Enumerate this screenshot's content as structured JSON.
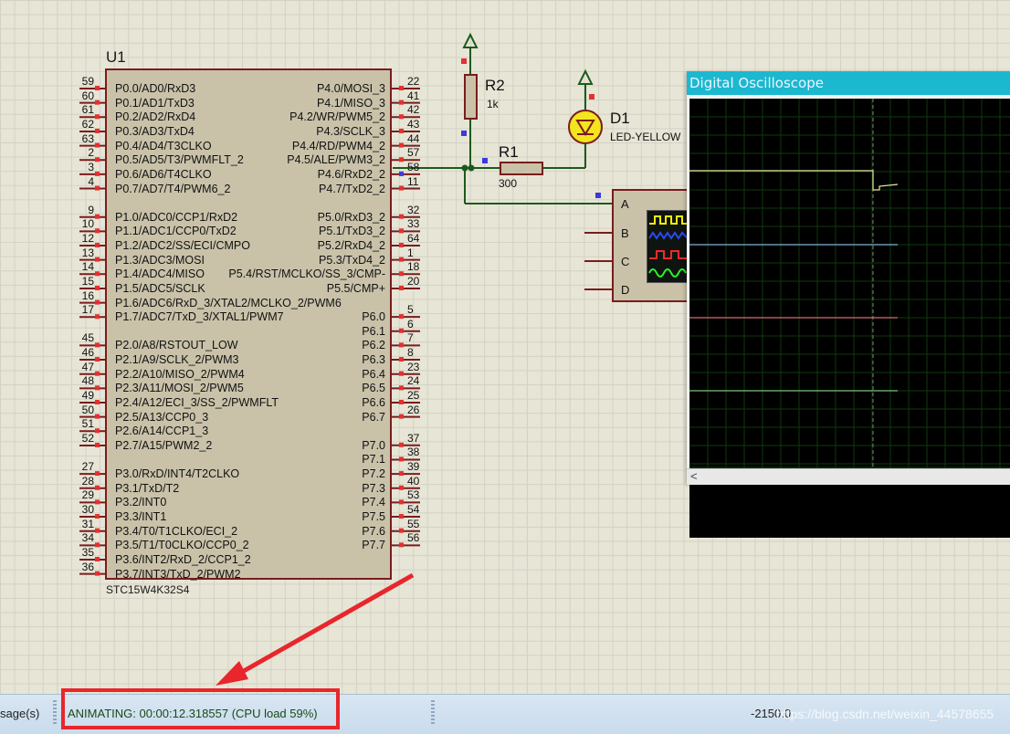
{
  "chip": {
    "ref": "U1",
    "part": "STC15W4K32S4",
    "left_pins": [
      {
        "num": "59",
        "label": "P0.0/AD0/RxD3"
      },
      {
        "num": "60",
        "label": "P0.1/AD1/TxD3"
      },
      {
        "num": "61",
        "label": "P0.2/AD2/RxD4"
      },
      {
        "num": "62",
        "label": "P0.3/AD3/TxD4"
      },
      {
        "num": "63",
        "label": "P0.4/AD4/T3CLKO"
      },
      {
        "num": "2",
        "label": "P0.5/AD5/T3/PWMFLT_2"
      },
      {
        "num": "3",
        "label": "P0.6/AD6/T4CLKO"
      },
      {
        "num": "4",
        "label": "P0.7/AD7/T4/PWM6_2"
      },
      {
        "num": "9",
        "label": "P1.0/ADC0/CCP1/RxD2"
      },
      {
        "num": "10",
        "label": "P1.1/ADC1/CCP0/TxD2"
      },
      {
        "num": "12",
        "label": "P1.2/ADC2/SS/ECI/CMPO"
      },
      {
        "num": "13",
        "label": "P1.3/ADC3/MOSI"
      },
      {
        "num": "14",
        "label": "P1.4/ADC4/MISO"
      },
      {
        "num": "15",
        "label": "P1.5/ADC5/SCLK"
      },
      {
        "num": "16",
        "label": "P1.6/ADC6/RxD_3/XTAL2/MCLKO_2/PWM6"
      },
      {
        "num": "17",
        "label": "P1.7/ADC7/TxD_3/XTAL1/PWM7"
      },
      {
        "num": "45",
        "label": "P2.0/A8/RSTOUT_LOW"
      },
      {
        "num": "46",
        "label": "P2.1/A9/SCLK_2/PWM3"
      },
      {
        "num": "47",
        "label": "P2.2/A10/MISO_2/PWM4"
      },
      {
        "num": "48",
        "label": "P2.3/A11/MOSI_2/PWM5"
      },
      {
        "num": "49",
        "label": "P2.4/A12/ECI_3/SS_2/PWMFLT"
      },
      {
        "num": "50",
        "label": "P2.5/A13/CCP0_3"
      },
      {
        "num": "51",
        "label": "P2.6/A14/CCP1_3"
      },
      {
        "num": "52",
        "label": "P2.7/A15/PWM2_2"
      },
      {
        "num": "27",
        "label": "P3.0/RxD/INT4/T2CLKO"
      },
      {
        "num": "28",
        "label": "P3.1/TxD/T2"
      },
      {
        "num": "29",
        "label": "P3.2/INT0"
      },
      {
        "num": "30",
        "label": "P3.3/INT1"
      },
      {
        "num": "31",
        "label": "P3.4/T0/T1CLKO/ECI_2"
      },
      {
        "num": "34",
        "label": "P3.5/T1/T0CLKO/CCP0_2"
      },
      {
        "num": "35",
        "label": "P3.6/INT2/RxD_2/CCP1_2"
      },
      {
        "num": "36",
        "label": "P3.7/INT3/TxD_2/PWM2"
      }
    ],
    "right_pins": [
      {
        "num": "22",
        "label": "P4.0/MOSI_3"
      },
      {
        "num": "41",
        "label": "P4.1/MISO_3"
      },
      {
        "num": "42",
        "label": "P4.2/WR/PWM5_2"
      },
      {
        "num": "43",
        "label": "P4.3/SCLK_3"
      },
      {
        "num": "44",
        "label": "P4.4/RD/PWM4_2"
      },
      {
        "num": "57",
        "label": "P4.5/ALE/PWM3_2"
      },
      {
        "num": "58",
        "label": "P4.6/RxD2_2"
      },
      {
        "num": "11",
        "label": "P4.7/TxD2_2"
      },
      {
        "num": "32",
        "label": "P5.0/RxD3_2"
      },
      {
        "num": "33",
        "label": "P5.1/TxD3_2"
      },
      {
        "num": "64",
        "label": "P5.2/RxD4_2"
      },
      {
        "num": "1",
        "label": "P5.3/TxD4_2"
      },
      {
        "num": "18",
        "label": "P5.4/RST/MCLKO/SS_3/CMP-"
      },
      {
        "num": "20",
        "label": "P5.5/CMP+"
      },
      {
        "num": "5",
        "label": "P6.0"
      },
      {
        "num": "6",
        "label": "P6.1"
      },
      {
        "num": "7",
        "label": "P6.2"
      },
      {
        "num": "8",
        "label": "P6.3"
      },
      {
        "num": "23",
        "label": "P6.4"
      },
      {
        "num": "24",
        "label": "P6.5"
      },
      {
        "num": "25",
        "label": "P6.6"
      },
      {
        "num": "26",
        "label": "P6.7"
      },
      {
        "num": "37",
        "label": "P7.0"
      },
      {
        "num": "38",
        "label": "P7.1"
      },
      {
        "num": "39",
        "label": "P7.2"
      },
      {
        "num": "40",
        "label": "P7.3"
      },
      {
        "num": "53",
        "label": "P7.4"
      },
      {
        "num": "54",
        "label": "P7.5"
      },
      {
        "num": "55",
        "label": "P7.6"
      },
      {
        "num": "56",
        "label": "P7.7"
      }
    ]
  },
  "components": {
    "r2_ref": "R2",
    "r2_value": "1k",
    "r1_ref": "R1",
    "r1_value": "300",
    "d1_ref": "D1",
    "d1_value": "LED-YELLOW"
  },
  "probe": {
    "channels": [
      "A",
      "B",
      "C",
      "D"
    ]
  },
  "oscilloscope": {
    "title": "Digital Oscilloscope",
    "scroll_left": "<"
  },
  "status": {
    "messages": "sage(s)",
    "animating": "ANIMATING: 00:00:12.318557 (CPU load 59%)",
    "coordinate": "-2150.0",
    "watermark": "https://blog.csdn.net/weixin_44578655"
  },
  "colors": {
    "trace_a": "#e6e6a0",
    "trace_b": "#7fb2d6",
    "trace_c": "#d96b6b",
    "trace_d": "#7cc27c",
    "annotation": "#e8262c"
  }
}
